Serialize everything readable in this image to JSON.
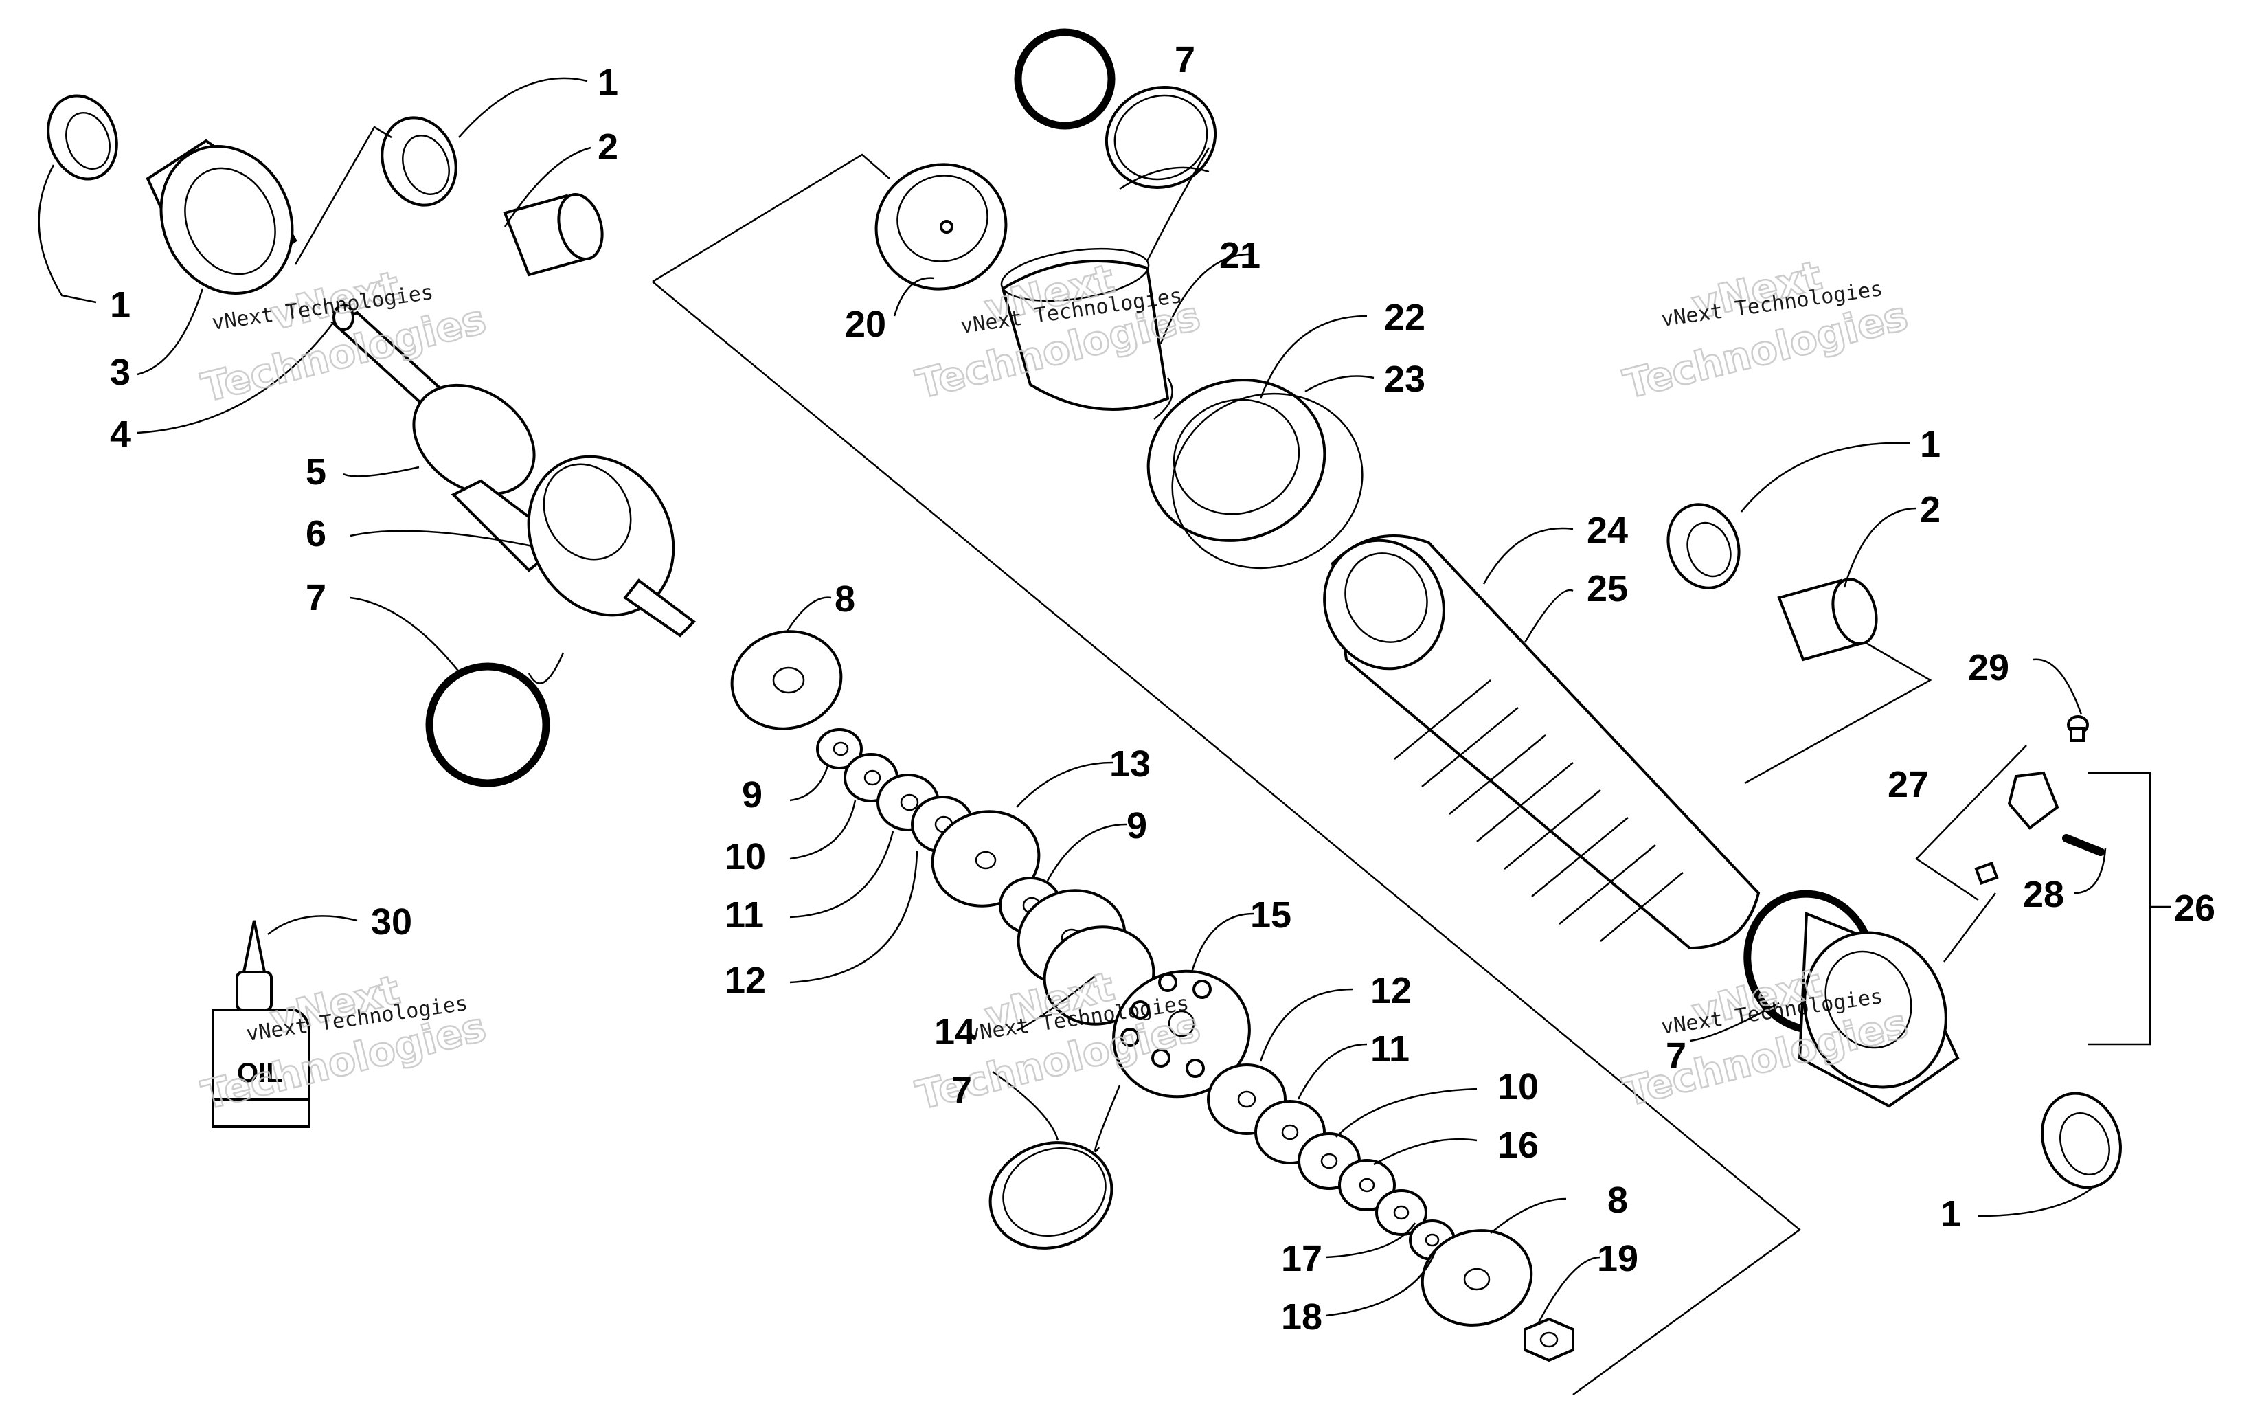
{
  "callouts": [
    {
      "id": "c1a",
      "text": "1"
    },
    {
      "id": "c2a",
      "text": "2"
    },
    {
      "id": "c1b",
      "text": "1"
    },
    {
      "id": "c3",
      "text": "3"
    },
    {
      "id": "c4",
      "text": "4"
    },
    {
      "id": "c5",
      "text": "5"
    },
    {
      "id": "c6",
      "text": "6"
    },
    {
      "id": "c7a",
      "text": "7"
    },
    {
      "id": "c8a",
      "text": "8"
    },
    {
      "id": "c9a",
      "text": "9"
    },
    {
      "id": "c10a",
      "text": "10"
    },
    {
      "id": "c11a",
      "text": "11"
    },
    {
      "id": "c12a",
      "text": "12"
    },
    {
      "id": "c13",
      "text": "13"
    },
    {
      "id": "c9b",
      "text": "9"
    },
    {
      "id": "c14",
      "text": "14"
    },
    {
      "id": "c15",
      "text": "15"
    },
    {
      "id": "c7b",
      "text": "7"
    },
    {
      "id": "c12b",
      "text": "12"
    },
    {
      "id": "c11b",
      "text": "11"
    },
    {
      "id": "c10b",
      "text": "10"
    },
    {
      "id": "c16",
      "text": "16"
    },
    {
      "id": "c8b",
      "text": "8"
    },
    {
      "id": "c17",
      "text": "17"
    },
    {
      "id": "c18",
      "text": "18"
    },
    {
      "id": "c19",
      "text": "19"
    },
    {
      "id": "c7c",
      "text": "7"
    },
    {
      "id": "c20",
      "text": "20"
    },
    {
      "id": "c21",
      "text": "21"
    },
    {
      "id": "c22",
      "text": "22"
    },
    {
      "id": "c23",
      "text": "23"
    },
    {
      "id": "c24",
      "text": "24"
    },
    {
      "id": "c25",
      "text": "25"
    },
    {
      "id": "c1c",
      "text": "1"
    },
    {
      "id": "c2b",
      "text": "2"
    },
    {
      "id": "c29",
      "text": "29"
    },
    {
      "id": "c27",
      "text": "27"
    },
    {
      "id": "c28",
      "text": "28"
    },
    {
      "id": "c26",
      "text": "26"
    },
    {
      "id": "c7d",
      "text": "7"
    },
    {
      "id": "c1d",
      "text": "1"
    },
    {
      "id": "c30",
      "text": "30"
    }
  ],
  "oil_bottle": {
    "label": "OIL"
  },
  "watermark": {
    "line1": "vNext Technologies",
    "line2": "vNext",
    "line3": "Technologies"
  }
}
